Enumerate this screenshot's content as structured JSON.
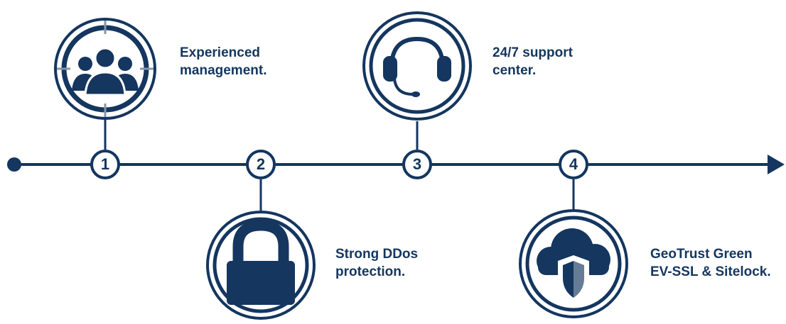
{
  "colors": {
    "primary": "#14365f",
    "background": "#ffffff"
  },
  "steps": [
    {
      "number": "1",
      "icon": "team-icon",
      "lines": [
        "Experienced",
        "management."
      ]
    },
    {
      "number": "2",
      "icon": "padlock-icon",
      "lines": [
        "Strong DDos",
        "protection."
      ]
    },
    {
      "number": "3",
      "icon": "headset-icon",
      "lines": [
        "24/7 support",
        "center."
      ]
    },
    {
      "number": "4",
      "icon": "cloud-shield-icon",
      "lines": [
        "GeoTrust Green",
        "EV-SSL & Sitelock."
      ]
    }
  ]
}
